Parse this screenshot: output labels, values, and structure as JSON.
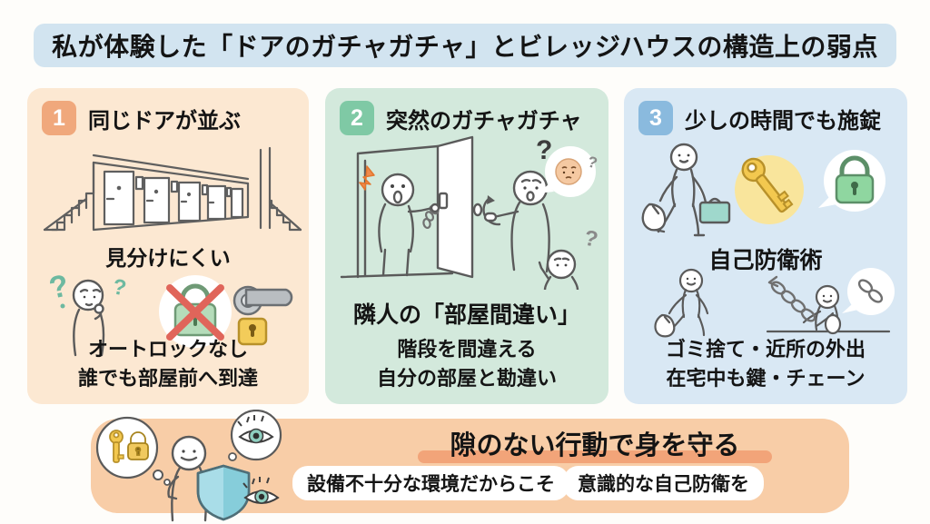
{
  "title": "私が体験した「ドアのガチャガチャ」とビレッジハウスの構造上の弱点",
  "panels": [
    {
      "number": "1",
      "title": "同じドアが並ぶ",
      "caption": "見分けにくい",
      "lines": [
        "オートロックなし",
        "誰でも部屋前へ到達"
      ]
    },
    {
      "number": "2",
      "title": "突然のガチャガチャ",
      "caption": "隣人の「部屋間違い」",
      "lines": [
        "階段を間違える",
        "自分の部屋と勘違い"
      ]
    },
    {
      "number": "3",
      "title": "少しの時間でも施錠",
      "caption": "自己防衛術",
      "lines": [
        "ゴミ捨て・近所の外出",
        "在宅中も鍵・チェーン"
      ]
    }
  ],
  "footer": {
    "headline": "隙のない行動で身を守る",
    "badges": [
      "設備不十分な環境だからこそ",
      "意識的な自己防衛を"
    ]
  },
  "icons": {
    "question": "?"
  },
  "colors": {
    "title_banner": "#d2e4f0",
    "panel1_bg": "#fce8d2",
    "panel1_badge": "#f0a87c",
    "panel2_bg": "#d3e9dc",
    "panel2_badge": "#7fc9a5",
    "panel3_bg": "#d9e8f4",
    "panel3_badge": "#8abade",
    "footer_bg": "#f8cda7",
    "headline_underline": "#f2a479",
    "question_teal": "#6db9a0",
    "cross_red": "#e0655a",
    "padlock_green": "#b5dcba",
    "key_yellow": "#f3c84f",
    "shield_blue": "#a9dde8",
    "face_peach": "#f5c9a2"
  }
}
